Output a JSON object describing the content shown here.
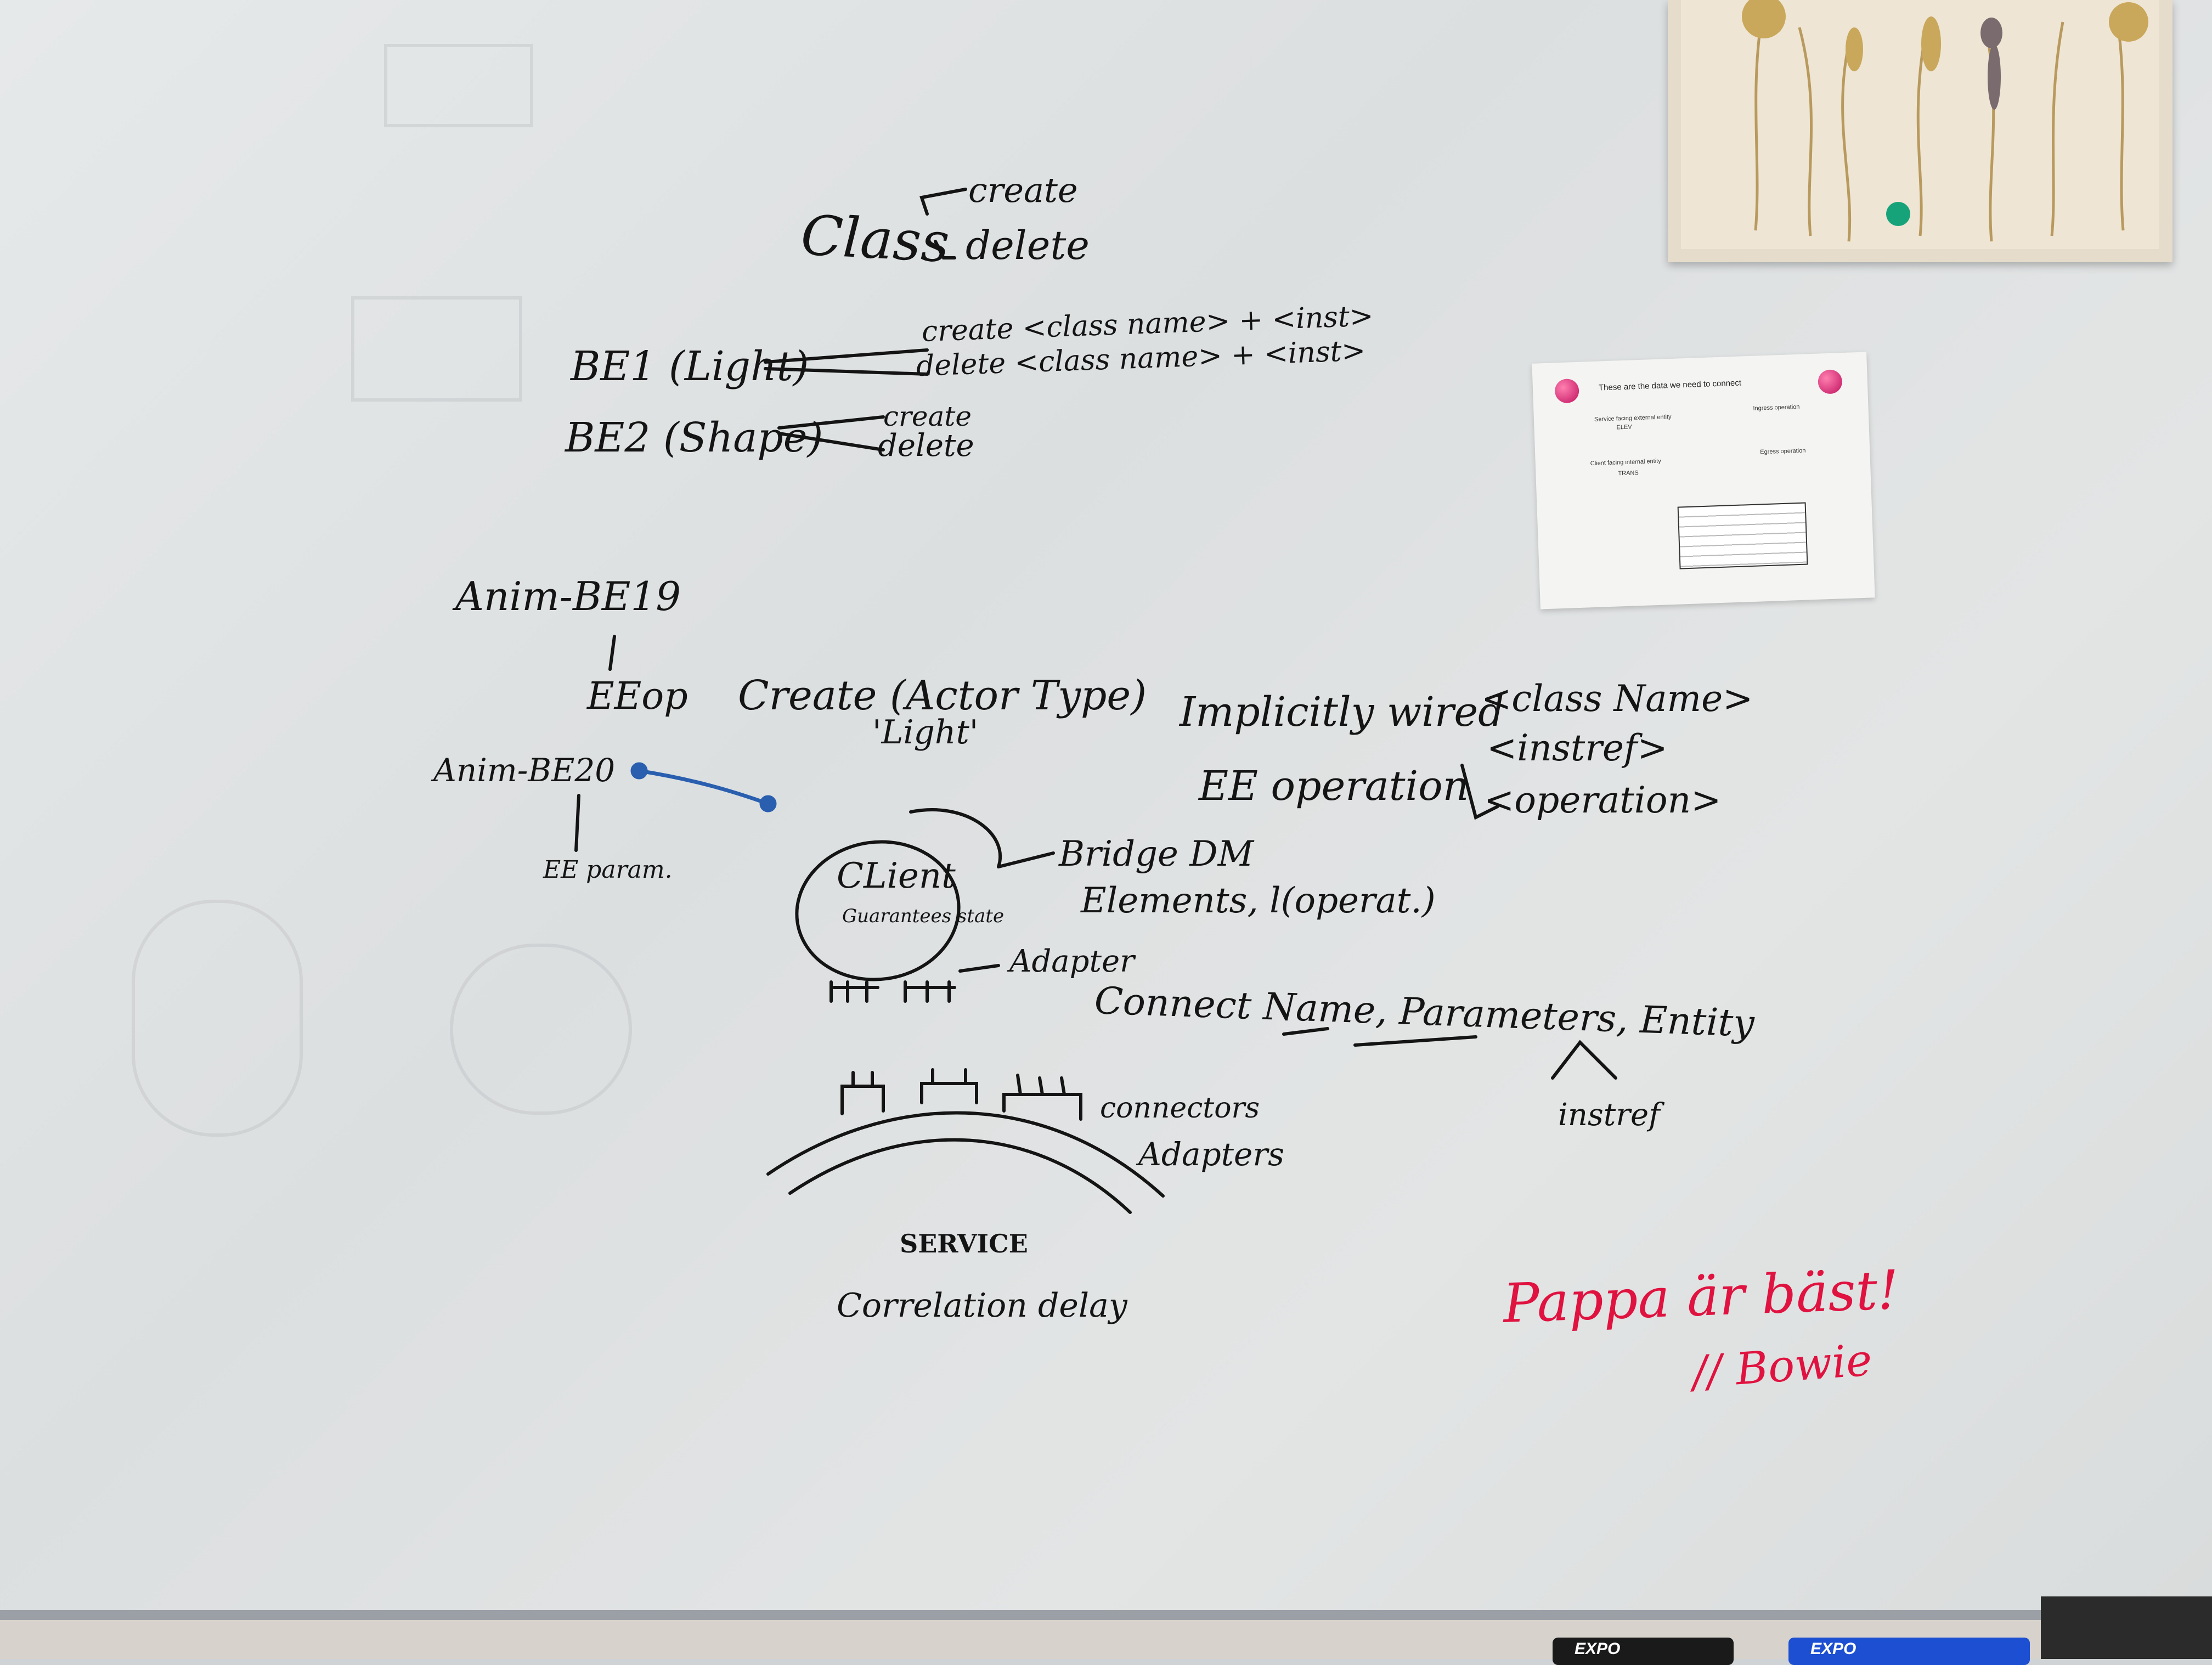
{
  "colors": {
    "board": "#e3e6e7",
    "ink_black": "#141414",
    "ink_red": "#e0123f",
    "ink_blue": "#2a5fb0"
  },
  "whiteboard": {
    "class_block": {
      "word": "Class",
      "create": "create",
      "delete": "delete"
    },
    "be1": {
      "label": "BE1 (Light)",
      "create": "create <class name> + <inst>",
      "delete": "delete <class name> + <inst>"
    },
    "be2": {
      "label": "BE2 (Shape)",
      "create": "create",
      "delete": "delete"
    },
    "anim_be19": "Anim-BE19",
    "eeop": "EEop",
    "create_actor": "Create (Actor Type)",
    "light_quote": "'Light'",
    "anim_be20": "Anim-BE20",
    "ee_param": "EE param.",
    "implicitly": "Implicitly wired",
    "ee_operation": "EE operation",
    "class_name": "<class Name>",
    "instref": "<instref>",
    "operation": "<operation>",
    "client": "CLient",
    "client_sub": "Guarantees state",
    "bridge": "Bridge DM",
    "elements": "Elements, l(operat.)",
    "adapter": "Adapter",
    "connect_line": "Connect Name, Parameters, Entity",
    "instref_under": "instref",
    "connectors": "connectors",
    "adapters": "Adapters",
    "service": "SERVICE",
    "correlation": "Correlation delay",
    "red_note": "Pappa är bäst!",
    "red_signature": "// Bowie"
  },
  "marker_tray": {
    "marker_brand": "EXPO"
  }
}
